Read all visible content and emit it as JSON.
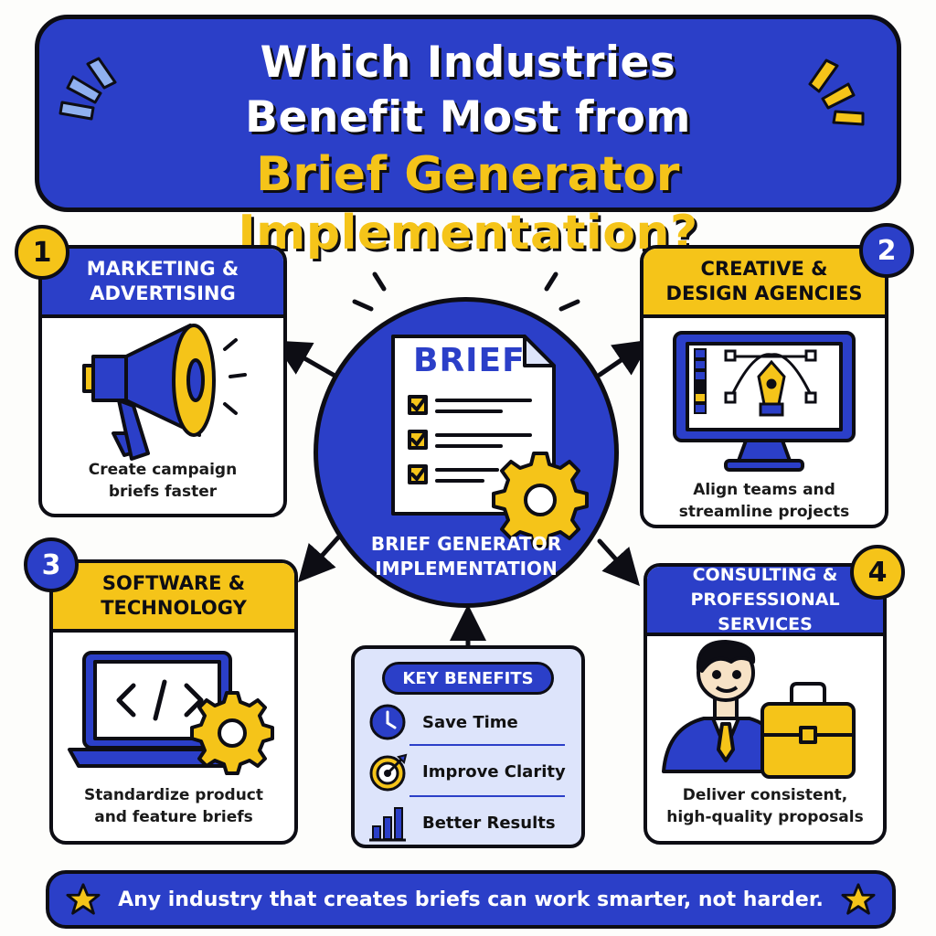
{
  "title": {
    "line1": "Which Industries",
    "line2": "Benefit Most from",
    "line3": "Brief Generator Implementation?"
  },
  "hub": {
    "doc_heading": "BRIEF",
    "label_line1": "BRIEF GENERATOR",
    "label_line2": "IMPLEMENTATION"
  },
  "cards": [
    {
      "number": "1",
      "title_line1": "MARKETING &",
      "title_line2": "ADVERTISING",
      "desc_line1": "Create campaign",
      "desc_line2": "briefs faster",
      "icon": "megaphone-icon"
    },
    {
      "number": "2",
      "title_line1": "CREATIVE &",
      "title_line2": "DESIGN AGENCIES",
      "desc_line1": "Align teams and",
      "desc_line2": "streamline projects",
      "icon": "pen-tool-monitor-icon"
    },
    {
      "number": "3",
      "title_line1": "SOFTWARE &",
      "title_line2": "TECHNOLOGY",
      "desc_line1": "Standardize product",
      "desc_line2": "and feature briefs",
      "icon": "code-laptop-icon"
    },
    {
      "number": "4",
      "title_line1": "CONSULTING &",
      "title_line2": "PROFESSIONAL SERVICES",
      "desc_line1": "Deliver consistent,",
      "desc_line2": "high-quality proposals",
      "icon": "consultant-briefcase-icon"
    }
  ],
  "benefits": {
    "heading": "KEY BENEFITS",
    "items": [
      {
        "label": "Save Time",
        "icon": "clock-icon"
      },
      {
        "label": "Improve Clarity",
        "icon": "target-icon"
      },
      {
        "label": "Better Results",
        "icon": "bar-chart-icon"
      }
    ]
  },
  "footer": {
    "text": "Any industry that creates briefs can work smarter, not harder."
  },
  "colors": {
    "blue": "#2b3fc8",
    "yellow": "#f5c419",
    "outline": "#0d0d14",
    "light_blue": "#dde4fb"
  }
}
